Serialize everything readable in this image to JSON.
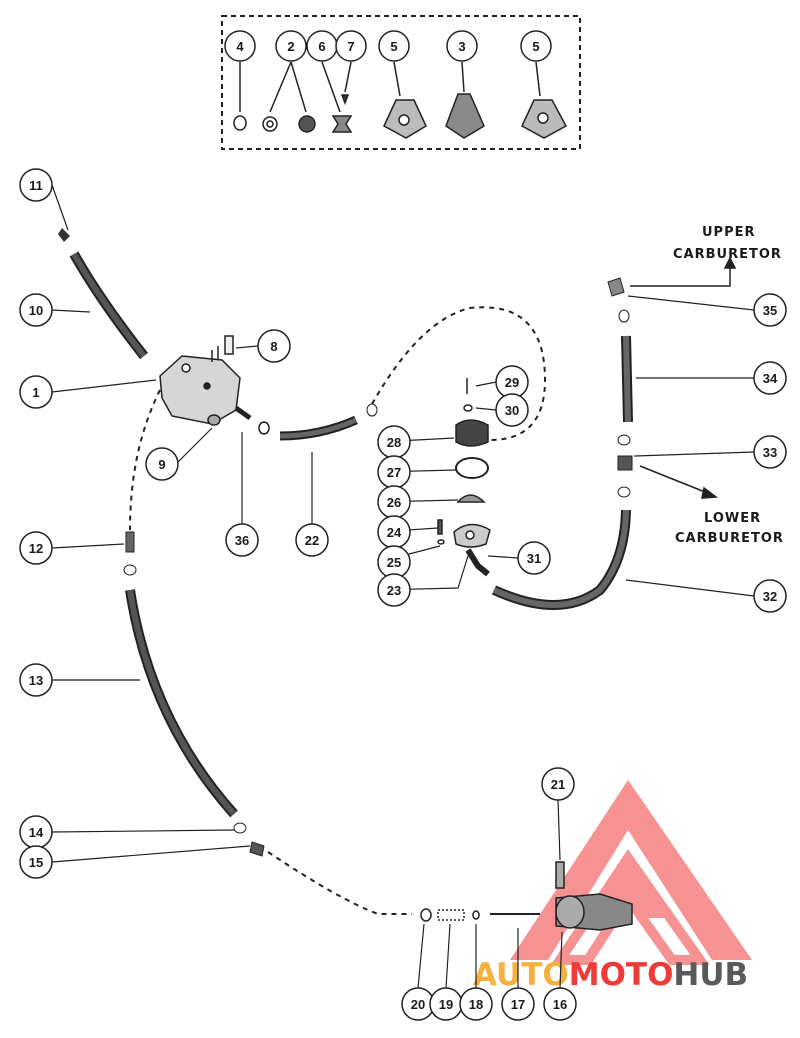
{
  "callouts": {
    "c1": "1",
    "c2": "2",
    "c3": "3",
    "c4": "4",
    "c5a": "5",
    "c5b": "5",
    "c6": "6",
    "c7": "7",
    "c8": "8",
    "c9": "9",
    "c10": "10",
    "c11": "11",
    "c12": "12",
    "c13": "13",
    "c14": "14",
    "c15": "15",
    "c16": "16",
    "c17": "17",
    "c18": "18",
    "c19": "19",
    "c20": "20",
    "c21": "21",
    "c22": "22",
    "c23": "23",
    "c24": "24",
    "c25": "25",
    "c26": "26",
    "c27": "27",
    "c28": "28",
    "c29": "29",
    "c30": "30",
    "c31": "31",
    "c32": "32",
    "c33": "33",
    "c34": "34",
    "c35": "35",
    "c36": "36"
  },
  "labels": {
    "upper_line1": "UPPER",
    "upper_line2": "CARBURETOR",
    "lower_line1": "LOWER",
    "lower_line2": "CARBURETOR"
  },
  "watermark": {
    "part1": "AUTO",
    "part2": "MOTO",
    "part3": "HUB",
    "color_primary": "#ef3a3a",
    "color_secondary": "#f5b13d",
    "color_dark": "#5a5a5a"
  }
}
